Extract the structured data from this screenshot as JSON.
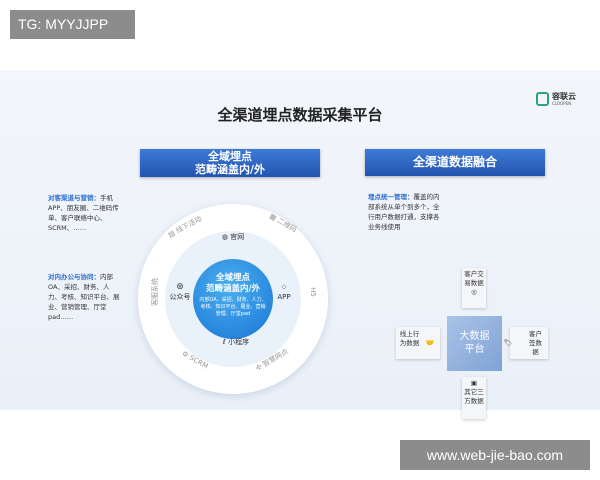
{
  "overlay_tag": "TG: MYYJJPP",
  "watermark": "www.web-jie-bao.com",
  "slide": {
    "title": "全渠道埋点数据采集平台",
    "logo": {
      "name": "容联云",
      "sub": "CLOOPEN"
    },
    "left": {
      "banner": [
        "全域埋点",
        "范畴涵盖内/外"
      ],
      "note1": {
        "head": "对客渠道与营销：",
        "body": "手机APP、朋友圈、二维码传单、客户联络中心、SCRM、……"
      },
      "note2": {
        "head": "对内办公与协同：",
        "body": "内部OA、采招、财务、人力、考核、知识平台、展业、营销管理、厅堂pad……"
      },
      "center": {
        "title1": "全域埋点",
        "title2": "范畴涵盖内/外",
        "desc": "内部OA、采招、财务、人力、考核、知识平台、展业、营销管理、厅堂pad"
      },
      "inner": {
        "top": "官网",
        "right": "APP",
        "bottom": "小程序",
        "left": "公众号"
      },
      "outer": {
        "top_left": "线下活动",
        "top_right": "二维码",
        "right": "H5",
        "bottom_right": "智慧网点",
        "bottom_left": "SCRM",
        "left": "客服系统"
      }
    },
    "right": {
      "banner": "全渠道数据融合",
      "note": {
        "head": "埋点统一管理：",
        "body": "覆盖的内部系统从单个到多个，全行用户数据打通，支撑各业务线使用"
      },
      "cube": [
        "大数据",
        "平台"
      ],
      "top": "客户交易数据",
      "left": "线上行为数据",
      "right": "客户签数据",
      "bottom": "其它三方数据"
    }
  }
}
